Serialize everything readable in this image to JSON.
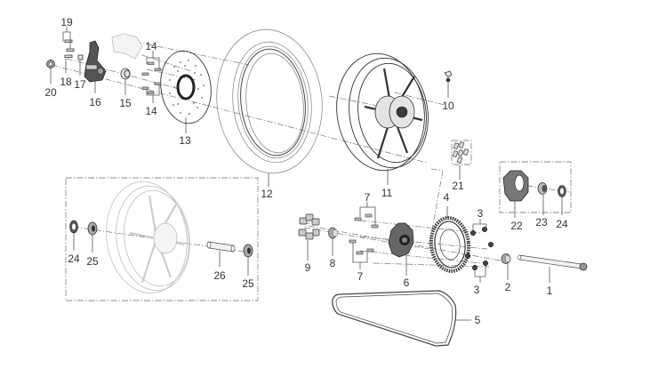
{
  "diagram": {
    "title": "Rear wheel exploded parts diagram",
    "callouts": [
      {
        "id": "c1",
        "label": "1",
        "part": "rear-axle"
      },
      {
        "id": "c2",
        "label": "2",
        "part": "axle-collar"
      },
      {
        "id": "c3a",
        "label": "3",
        "part": "sprocket-nuts-upper"
      },
      {
        "id": "c3b",
        "label": "3",
        "part": "sprocket-nuts-lower"
      },
      {
        "id": "c4",
        "label": "4",
        "part": "rear-sprocket"
      },
      {
        "id": "c5",
        "label": "5",
        "part": "drive-belt"
      },
      {
        "id": "c6",
        "label": "6",
        "part": "sprocket-carrier"
      },
      {
        "id": "c7a",
        "label": "7",
        "part": "sprocket-bolts-upper"
      },
      {
        "id": "c7b",
        "label": "7",
        "part": "sprocket-bolts-lower"
      },
      {
        "id": "c8",
        "label": "8",
        "part": "bearing-collar"
      },
      {
        "id": "c9",
        "label": "9",
        "part": "cush-drive-dampers"
      },
      {
        "id": "c10",
        "label": "10",
        "part": "tire-valve"
      },
      {
        "id": "c11",
        "label": "11",
        "part": "rear-rim"
      },
      {
        "id": "c12",
        "label": "12",
        "part": "rear-tire"
      },
      {
        "id": "c13",
        "label": "13",
        "part": "brake-disc"
      },
      {
        "id": "c14a",
        "label": "14",
        "part": "disc-bolts-upper"
      },
      {
        "id": "c14b",
        "label": "14",
        "part": "disc-bolts-lower"
      },
      {
        "id": "c15",
        "label": "15",
        "part": "spacer"
      },
      {
        "id": "c16",
        "label": "16",
        "part": "caliper-bracket"
      },
      {
        "id": "c17",
        "label": "17",
        "part": "bracket-pin"
      },
      {
        "id": "c18",
        "label": "18",
        "part": "bracket-bolt"
      },
      {
        "id": "c19",
        "label": "19",
        "part": "caliper-bolts"
      },
      {
        "id": "c20",
        "label": "20",
        "part": "axle-nut"
      },
      {
        "id": "c21",
        "label": "21",
        "part": "balance-weights"
      },
      {
        "id": "c22",
        "label": "22",
        "part": "hub-flange"
      },
      {
        "id": "c23",
        "label": "23",
        "part": "hub-bearing"
      },
      {
        "id": "c24a",
        "label": "24",
        "part": "oil-seal-right"
      },
      {
        "id": "c24b",
        "label": "24",
        "part": "oil-seal-left"
      },
      {
        "id": "c25a",
        "label": "25",
        "part": "wheel-bearing-left"
      },
      {
        "id": "c25b",
        "label": "25",
        "part": "wheel-bearing-right"
      },
      {
        "id": "c26",
        "label": "26",
        "part": "bearing-spacer-tube"
      }
    ]
  }
}
